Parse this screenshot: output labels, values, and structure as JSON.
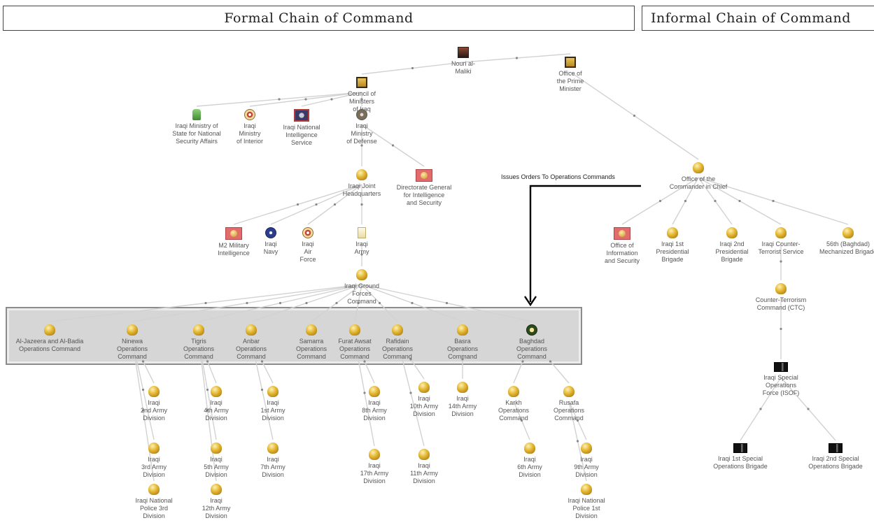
{
  "headers": {
    "formal": "Formal Chain of Command",
    "informal": "Informal Chain of Command"
  },
  "note": "Issues Orders To Operations Commands",
  "nodes": {
    "maliki": "Nouri al-\nMaliki",
    "council": "Council of\nMinisters\nof Iraq",
    "opm": "Office of\nthe Prime\nMinister",
    "nsa": "Iraqi Ministry of\nState for National\nSecurity Affairs",
    "interior": "Iraqi\nMinistry\nof Interior",
    "nis": "Iraqi National\nIntelligence\nService",
    "mod": "Iraqi\nMinistry\nof Defense",
    "ijhq": "Iraqi Joint\nHeadquarters",
    "dgis": "Directorate General\nfor Intelligence\nand Security",
    "m2": "M2 Military\nIntelligence",
    "navy": "Iraqi\nNavy",
    "airforce": "Iraqi\nAir\nForce",
    "army": "Iraqi\nArmy",
    "igfc": "Iraqi Ground\nForces\nCommand",
    "ocic": "Office of the\nCommander in Chief",
    "ois": "Office of\nInformation\nand Security",
    "pb1": "Iraqi 1st\nPresidential\nBrigade",
    "pb2": "Iraqi 2nd\nPresidential\nBrigade",
    "cts": "Iraqi Counter-\nTerrorist Service",
    "mech56": "56th (Baghdad)\nMechanized Brigade",
    "ctc": "Counter-Terrorism\nCommand (CTC)",
    "isof": "Iraqi Special\nOperations\nForce (ISOF)",
    "sob1": "Iraqi 1st Special\nOperations Brigade",
    "sob2": "Iraqi 2nd Special\nOperations Brigade",
    "oc_jazeera": "Al-Jazeera and Al-Badia\nOperations Command",
    "oc_ninewa": "Ninewa\nOperations\nCommand",
    "oc_tigris": "Tigris\nOperations\nCommand",
    "oc_anbar": "Anbar\nOperations\nCommand",
    "oc_samarra": "Samarra\nOperations\nCommand",
    "oc_furat": "Furat Awsat\nOperations\nCommand",
    "oc_rafidain": "Rafidain\nOperations\nCommand",
    "oc_basra": "Basra\nOperations\nCommand",
    "oc_baghdad": "Baghdad\nOperations\nCommand",
    "div2": "Iraqi\n2nd Army\nDivision",
    "div3": "Iraqi\n3rd Army\nDivision",
    "np3": "Iraqi National\nPolice 3rd\nDivision",
    "div4": "Iraqi\n4th Army\nDivision",
    "div5": "Iraqi\n5th Army\nDivision",
    "div12": "Iraqi\n12th Army\nDivision",
    "div1": "Iraqi\n1st Army\nDivision",
    "div7": "Iraqi\n7th Army\nDivision",
    "div8": "Iraqi\n8th Army\nDivision",
    "div17": "Iraqi\n17th Army\nDivision",
    "div10": "Iraqi\n10th Army\nDivision",
    "div11": "Iraqi\n11th Army\nDivision",
    "div14": "Iraqi\n14th Army\nDivision",
    "karkh": "Karkh\nOperations\nCommand",
    "div6": "Iraqi\n6th Army\nDivision",
    "rusafa": "Rusafa\nOperations\nCommand",
    "div9": "Iraqi\n9th Army\nDivision",
    "np1": "Iraqi National\nPolice 1st\nDivision"
  }
}
